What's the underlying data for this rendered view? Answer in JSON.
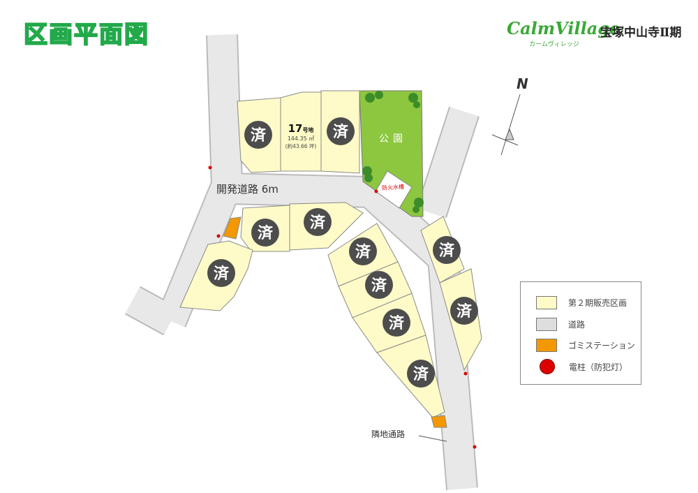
{
  "header": {
    "title": "区画平面図",
    "brand_logo": "CalmVillage",
    "brand_kana": "カームヴィレッジ",
    "development_name": "宝塚中山寺Ⅱ期"
  },
  "map": {
    "compass_label": "N",
    "road_label": "開発道路 6m",
    "park_label": "公園",
    "fire_cistern_label": "防火水槽",
    "neighbor_path_label": "隣地通路",
    "sold_mark": "済",
    "sold_count": 11,
    "available_lot": {
      "number": "17",
      "suffix": "号地",
      "area_sqm": "144.35 ㎡",
      "area_tsubo": "(約43.66 坪)"
    }
  },
  "legend": {
    "items": [
      {
        "label": "第２期販売区画",
        "color": "#fffbc8"
      },
      {
        "label": "道路",
        "color": "#dedede"
      },
      {
        "label": "ゴミステーション",
        "color": "#f39800"
      },
      {
        "label": "電柱（防犯灯）",
        "color": "#dd0000"
      }
    ]
  },
  "colors": {
    "lot": "#fffbc8",
    "road": "#e8e8e8",
    "park": "#8dc63f",
    "sold": "#4d4d4d",
    "brand": "#22a94a"
  }
}
